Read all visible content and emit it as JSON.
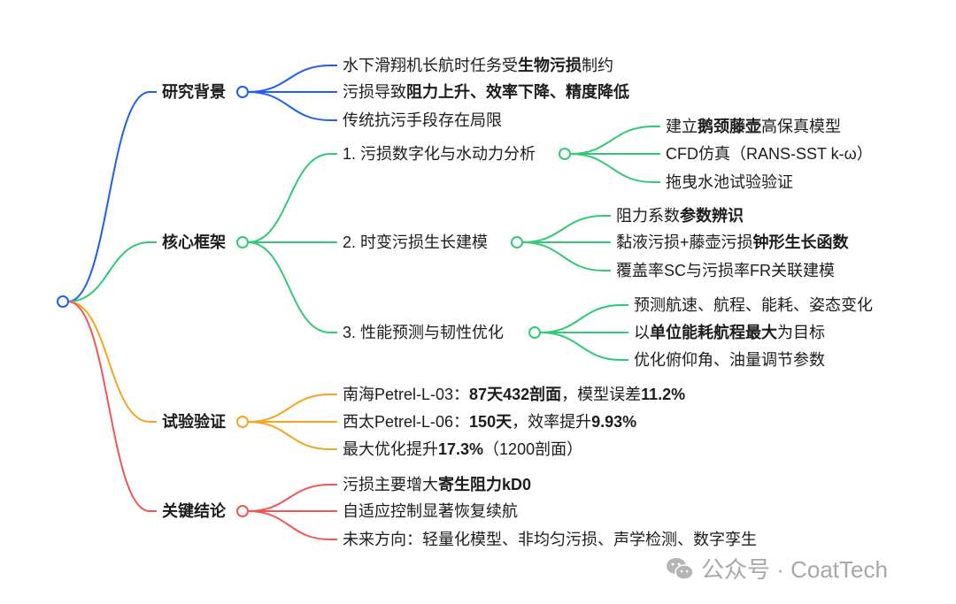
{
  "colors": {
    "blue": "#1f5ff0",
    "green": "#33c878",
    "orange": "#f5a524",
    "red": "#f25555"
  },
  "branches": [
    {
      "label": "研究背景",
      "color": "blue",
      "children": [
        {
          "parts": [
            {
              "t": "水下滑翔机长航时任务受"
            },
            {
              "t": "生物污损",
              "b": true
            },
            {
              "t": "制约"
            }
          ]
        },
        {
          "parts": [
            {
              "t": "污损导致"
            },
            {
              "t": "阻力上升、效率下降、精度降低",
              "b": true
            }
          ]
        },
        {
          "parts": [
            {
              "t": "传统抗污手段存在局限"
            }
          ]
        }
      ]
    },
    {
      "label": "核心框架",
      "color": "green",
      "children": [
        {
          "parts": [
            {
              "t": "1. 污损数字化与水动力分析"
            }
          ],
          "children": [
            {
              "parts": [
                {
                  "t": "建立"
                },
                {
                  "t": "鹅颈藤壶",
                  "b": true
                },
                {
                  "t": "高保真模型"
                }
              ]
            },
            {
              "parts": [
                {
                  "t": "CFD仿真（RANS-SST k-ω）"
                }
              ]
            },
            {
              "parts": [
                {
                  "t": "拖曳水池试验验证"
                }
              ]
            }
          ]
        },
        {
          "parts": [
            {
              "t": "2. 时变污损生长建模"
            }
          ],
          "children": [
            {
              "parts": [
                {
                  "t": "阻力系数"
                },
                {
                  "t": "参数辨识",
                  "b": true
                }
              ]
            },
            {
              "parts": [
                {
                  "t": "黏液污损+藤壶污损"
                },
                {
                  "t": "钟形生长函数",
                  "b": true
                }
              ]
            },
            {
              "parts": [
                {
                  "t": "覆盖率SC与污损率FR关联建模"
                }
              ]
            }
          ]
        },
        {
          "parts": [
            {
              "t": "3. 性能预测与韧性优化"
            }
          ],
          "children": [
            {
              "parts": [
                {
                  "t": "预测航速、航程、能耗、姿态变化"
                }
              ]
            },
            {
              "parts": [
                {
                  "t": "以"
                },
                {
                  "t": "单位能耗航程最大",
                  "b": true
                },
                {
                  "t": "为目标"
                }
              ]
            },
            {
              "parts": [
                {
                  "t": "优化俯仰角、油量调节参数"
                }
              ]
            }
          ]
        }
      ]
    },
    {
      "label": "试验验证",
      "color": "orange",
      "children": [
        {
          "parts": [
            {
              "t": "南海Petrel-L-03："
            },
            {
              "t": "87天432剖面",
              "b": true
            },
            {
              "t": "，模型误差"
            },
            {
              "t": "11.2%",
              "b": true
            }
          ]
        },
        {
          "parts": [
            {
              "t": "西太Petrel-L-06："
            },
            {
              "t": "150天",
              "b": true
            },
            {
              "t": "，效率提升"
            },
            {
              "t": "9.93%",
              "b": true
            }
          ]
        },
        {
          "parts": [
            {
              "t": "最大优化提升"
            },
            {
              "t": "17.3%",
              "b": true
            },
            {
              "t": "（1200剖面）"
            }
          ]
        }
      ]
    },
    {
      "label": "关键结论",
      "color": "red",
      "children": [
        {
          "parts": [
            {
              "t": "污损主要增大"
            },
            {
              "t": "寄生阻力kD0",
              "b": true
            }
          ]
        },
        {
          "parts": [
            {
              "t": "自适应控制显著恢复续航"
            }
          ]
        },
        {
          "parts": [
            {
              "t": "未来方向：轻量化模型、非均匀污损、声学检测、数字孪生"
            }
          ]
        }
      ]
    }
  ],
  "watermark": {
    "text": "公众号 · CoatTech",
    "icon": "wechat-icon"
  }
}
